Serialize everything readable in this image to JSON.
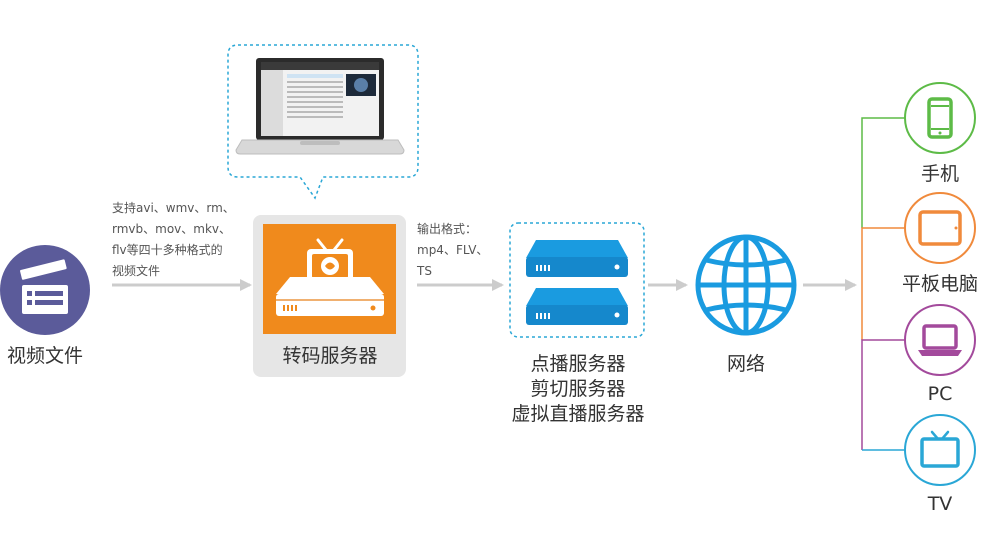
{
  "source": {
    "label": "视频文件",
    "icon": "clapperboard-icon",
    "color": "#5b5b9a"
  },
  "formats_in": {
    "lines": [
      "支持avi、wmv、rm、",
      "rmvb、mov、mkv、",
      "flv等四十多种格式的",
      "视频文件"
    ]
  },
  "transcoder": {
    "label": "转码服务器",
    "icon": "tv-server-icon",
    "color": "#f08a1c"
  },
  "laptop": {
    "icon": "laptop-screenshot-icon"
  },
  "formats_out": {
    "lines": [
      "输出格式：",
      "mp4、FLV、",
      "TS"
    ]
  },
  "servers": {
    "lines": [
      "点播服务器",
      "剪切服务器",
      "虚拟直播服务器"
    ],
    "icon": "server-box-icon",
    "color": "#1a9be0"
  },
  "network": {
    "label": "网络",
    "icon": "globe-icon",
    "color": "#1a9be0"
  },
  "devices": [
    {
      "label": "手机",
      "icon": "phone-icon",
      "color": "#5dbb47"
    },
    {
      "label": "平板电脑",
      "icon": "tablet-icon",
      "color": "#f08a3c"
    },
    {
      "label": "PC",
      "icon": "pc-icon",
      "color": "#a34a9c"
    },
    {
      "label": "TV",
      "icon": "tv-icon",
      "color": "#2aa7d6"
    }
  ],
  "arrow_color": "#cccccc"
}
